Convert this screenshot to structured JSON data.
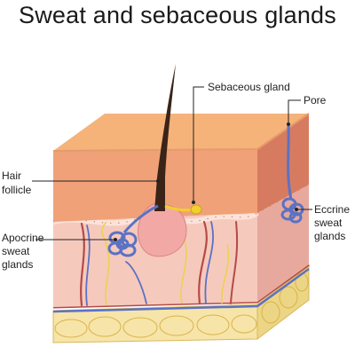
{
  "title": "Sweat and sebaceous glands",
  "labels": {
    "hair_follicle": [
      "Hair",
      "follicle"
    ],
    "sebaceous_gland": [
      "Sebaceous gland"
    ],
    "pore": [
      "Pore"
    ],
    "apocrine_sweat_glands": [
      "Apocrine",
      "sweat",
      "glands"
    ],
    "eccrine_sweat_glands": [
      "Eccrine",
      "sweat",
      "glands"
    ]
  },
  "colors": {
    "epidermis_top": "#f5b37a",
    "epidermis_front": "#f0a178",
    "epidermis_side": "#d77b60",
    "dermis_front": "#f6c9bd",
    "dermis_side": "#e7a99d",
    "fat_front": "#f7e4a8",
    "fat_side": "#ecd584",
    "gland_blue": "#5b72c4",
    "follicle_pink": "#f2a9a5",
    "hair": "#3a2418",
    "sebaceous_yellow": "#f2cf2e",
    "nerve_yellow": "#e8d44a",
    "vessel_red": "#b34b47"
  }
}
